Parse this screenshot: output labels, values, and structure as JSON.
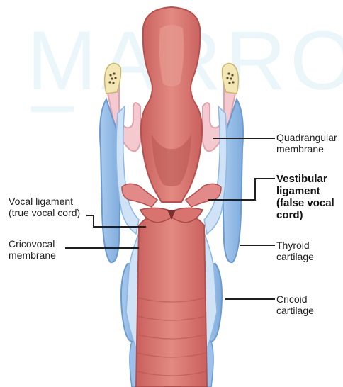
{
  "watermark": {
    "text": "MARROW"
  },
  "labels": {
    "quadrangular_membrane": {
      "line1": "Quadrangular",
      "line2": "membrane"
    },
    "vestibular_ligament": {
      "line1": "Vestibular",
      "line2": "ligament",
      "line3": "(false vocal",
      "line4": "cord)"
    },
    "vocal_ligament": {
      "line1": "Vocal ligament",
      "line2": "(true vocal cord)"
    },
    "cricovocal_membrane": {
      "line1": "Cricovocal",
      "line2": "membrane"
    },
    "thyroid_cartilage": {
      "line1": "Thyroid",
      "line2": "cartilage"
    },
    "cricoid_cartilage": {
      "line1": "Cricoid",
      "line2": "cartilage"
    }
  },
  "colors": {
    "mucosa": "#d9716e",
    "mucosa_dark": "#c15a5a",
    "mucosa_light": "#e79a92",
    "membrane_pink": "#f4c9cf",
    "cartilage_blue": "#8fb8e3",
    "cartilage_edge": "#6b9bd1",
    "ligament_yellow": "#f3e7b5"
  }
}
